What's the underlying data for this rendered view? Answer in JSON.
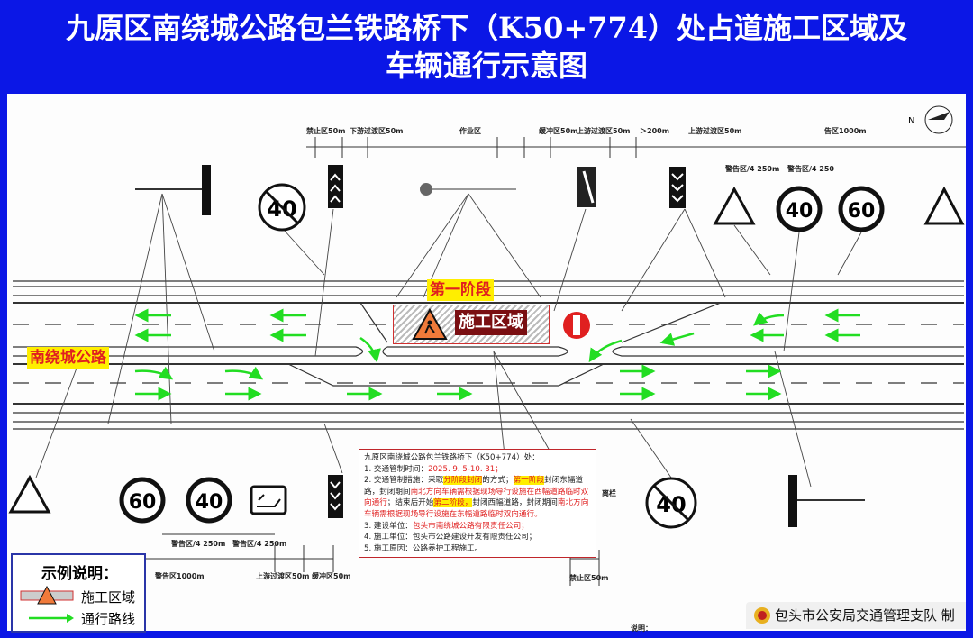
{
  "title": {
    "line1": "九原区南绕城公路包兰铁路桥下（K50+774）处占道施工区域及",
    "line2": "车辆通行示意图"
  },
  "top_zone_labels": [
    "禁止区50m",
    "下游过渡区50m",
    "作业区",
    "缓冲区50m",
    "上游过渡区50m",
    "＞200m",
    "上游过渡区50m",
    "告区1000m"
  ],
  "top_warning_labels": [
    "警告区/4 250m",
    "警告区/4 250"
  ],
  "bottom_zone_labels": [
    "警告区/4 250m",
    "警告区/4 250m",
    "警告区1000m",
    "上游过渡区50m",
    "缓冲区50m",
    "禁止区50m",
    "离栏",
    "说明："
  ],
  "signs": {
    "speed_60": "60",
    "speed_40": "40",
    "end_40": "40"
  },
  "stage_label": "第一阶段",
  "work_zone_label": "施工区域",
  "road_name": "南绕城公路",
  "north_label": "N",
  "info": {
    "heading": "九原区南绕城公路包兰铁路桥下（K50+774）处：",
    "item1_label": "1. 交通管制时间：",
    "item1_value": "2025. 9. 5-10. 31；",
    "item2_a": "2. 交通管制措施：采取",
    "item2_b": "分阶段封闭",
    "item2_c": "的方式；",
    "item2_d": "第一阶段",
    "item2_e": "封闭东幅道路，封闭期间",
    "item2_f": "南北方向车辆需根据现场导行设施在西幅道路临时双向通行",
    "item2_g": "；结束后开始",
    "item2_h": "第二阶段，",
    "item2_i": "封闭西幅道路，封闭期间",
    "item2_j": "南北方向车辆需根据现场导行设施在东幅道路临时双向通行。",
    "item3_label": "3. 建设单位：",
    "item3_value": "包头市南绕城公路有限责任公司；",
    "item4": "4. 施工单位：包头市公路建设开发有限责任公司；",
    "item5": "5. 施工原因：公路养护工程施工。"
  },
  "legend": {
    "title": "示例说明：",
    "work_zone": "施工区域",
    "route": "通行路线"
  },
  "credit": "包头市公安局交通管理支队 制",
  "colors": {
    "background": "#0b17e6",
    "arrow": "#22dd22",
    "highlight": "#ffee00",
    "alert_red": "#e02020"
  }
}
